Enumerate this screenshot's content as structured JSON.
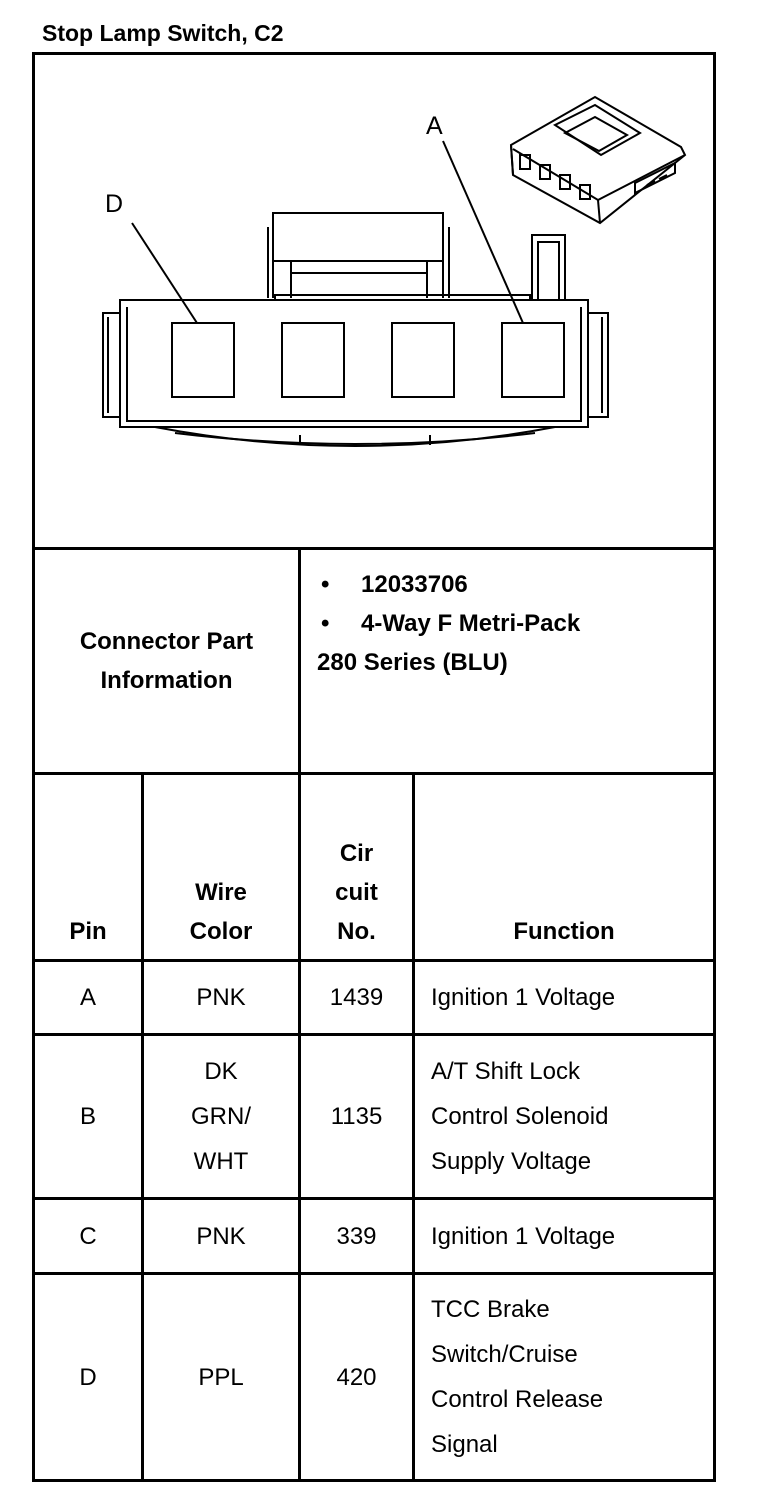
{
  "title": "Stop Lamp Switch, C2",
  "drawing": {
    "pin_labels": [
      "D",
      "A"
    ]
  },
  "part_info": {
    "label": "Connector Part\nInformation",
    "items": [
      "12033706",
      "4-Way F Metri-Pack"
    ],
    "continuation": "280 Series (BLU)"
  },
  "table": {
    "headers": {
      "pin": "Pin",
      "wire_color": "Wire\nColor",
      "circuit": "Cir\ncuit\nNo.",
      "function": "Function"
    },
    "rows": [
      {
        "pin": "A",
        "wire_color": "PNK",
        "circuit": "1439",
        "function": "Ignition 1 Voltage"
      },
      {
        "pin": "B",
        "wire_color": "DK\nGRN/\nWHT",
        "circuit": "1135",
        "function": "A/T Shift Lock\nControl Solenoid\nSupply Voltage"
      },
      {
        "pin": "C",
        "wire_color": "PNK",
        "circuit": "339",
        "function": "Ignition 1 Voltage"
      },
      {
        "pin": "D",
        "wire_color": "PPL",
        "circuit": "420",
        "function": "TCC Brake\nSwitch/Cruise\nControl Release\nSignal"
      }
    ]
  }
}
